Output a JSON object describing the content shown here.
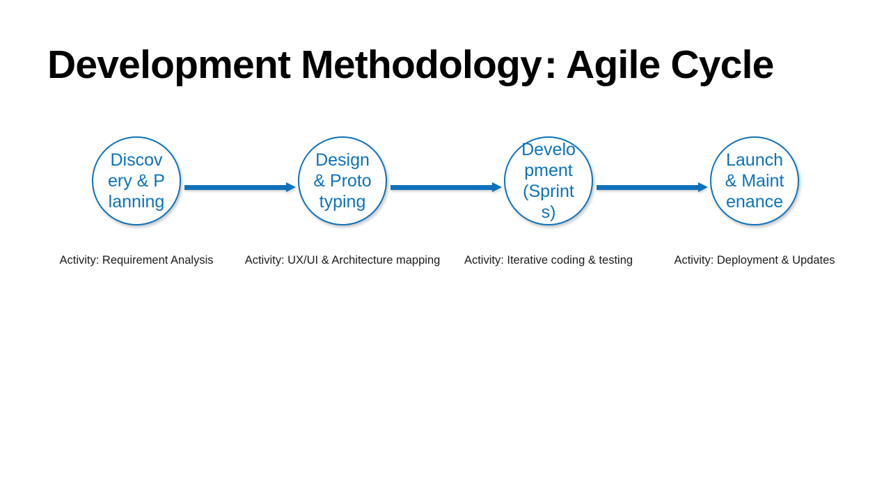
{
  "slide": {
    "title": "Development Methodology : Agile Cycle",
    "background_color": "#ffffff",
    "title_color": "#000000",
    "accent_color": "#0d72ba",
    "caption_color": "#1a1a1a"
  },
  "flow": {
    "arrow_count": 3,
    "nodes": [
      {
        "label": "Discovery & Planning",
        "caption": "Activity: Requirement Analysis"
      },
      {
        "label": "Design & Prototyping",
        "caption": "Activity: UX/UI & Architecture mapping"
      },
      {
        "label": "Development (Sprints)",
        "caption": "Activity: Iterative coding & testing"
      },
      {
        "label": "Launch & Maintenance",
        "caption": "Activity: Deployment & Updates"
      }
    ]
  }
}
